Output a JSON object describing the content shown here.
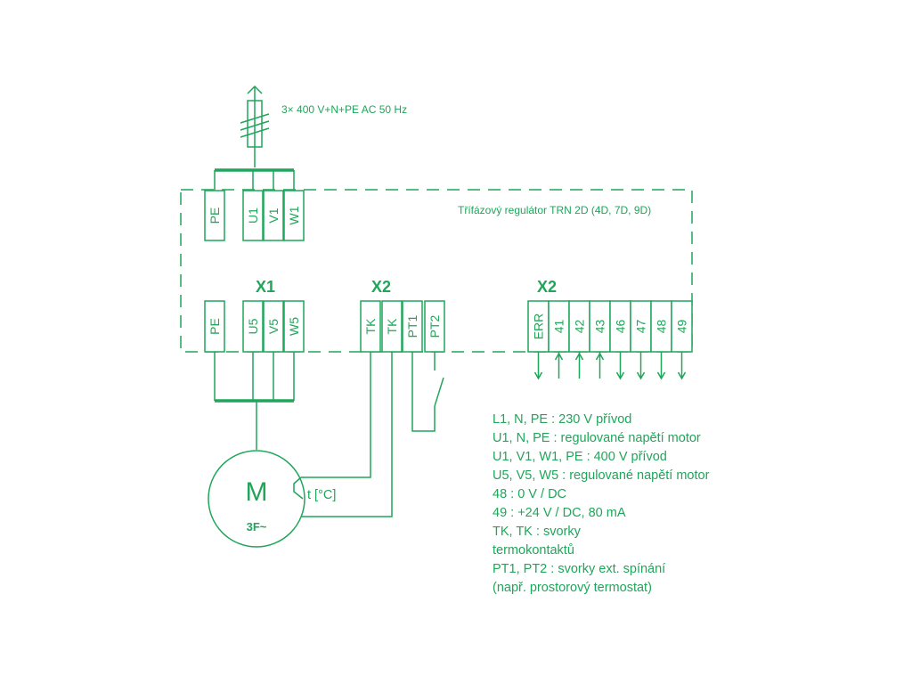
{
  "colors": {
    "line": "#1fa65a",
    "text": "#1fa65a",
    "background": "#ffffff"
  },
  "supply_label": "3× 400 V+N+PE AC 50 Hz",
  "regulator_label": "Třífázový regulátor TRN 2D (4D, 7D, 9D)",
  "input_terminals": [
    "PE",
    "U1",
    "V1",
    "W1"
  ],
  "x1": {
    "header": "X1",
    "terminals": [
      "PE",
      "U5",
      "V5",
      "W5"
    ]
  },
  "x2_left": {
    "header": "X2",
    "terminals": [
      "TK",
      "TK",
      "PT1",
      "PT2"
    ]
  },
  "x2_right": {
    "header": "X2",
    "terminals": [
      {
        "label": "ERR",
        "direction": "out"
      },
      {
        "label": "41",
        "direction": "in"
      },
      {
        "label": "42",
        "direction": "in"
      },
      {
        "label": "43",
        "direction": "in"
      },
      {
        "label": "46",
        "direction": "out"
      },
      {
        "label": "47",
        "direction": "out"
      },
      {
        "label": "48",
        "direction": "out"
      },
      {
        "label": "49",
        "direction": "out"
      }
    ]
  },
  "motor": {
    "letter": "M",
    "type": "3F~",
    "thermo_label": "t [°C]"
  },
  "legend": [
    "L1, N, PE : 230 V přívod",
    "U1, N, PE : regulované napětí motor",
    "U1, V1, W1, PE : 400 V přívod",
    "U5, V5, W5 : regulované napětí motor",
    "48 : 0 V / DC",
    "49 : +24 V / DC, 80 mA",
    "TK, TK : svorky",
    "termokontaktů",
    "PT1, PT2 : svorky ext. spínání",
    "(např. prostorový termostat)"
  ]
}
